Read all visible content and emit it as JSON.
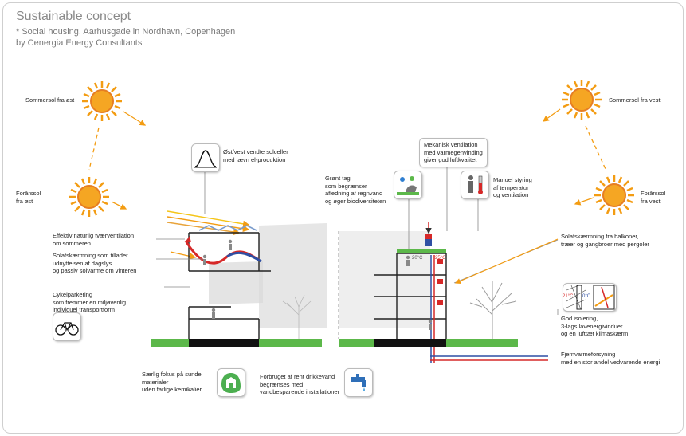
{
  "header": {
    "title": "Sustainable concept",
    "subtitle_1": "* Social housing, Aarhusgade in Nordhavn, Copenhagen",
    "subtitle_2": "by Cenergia Energy Consultants"
  },
  "sun_labels": {
    "summer_east": "Sommersol fra øst",
    "spring_east": [
      "Forårssol",
      "fra øst"
    ],
    "summer_west": "Sommersol fra vest",
    "spring_west": [
      "Forårssol",
      "fra vest"
    ]
  },
  "annotations": {
    "solar_cells": [
      "Øst/vest vendte solceller",
      "med jævn el-produktion"
    ],
    "ventilation_natural": [
      "Effektiv naturlig tværventilation",
      "om sommeren"
    ],
    "shading": [
      "Solafskærmning som tillader",
      "udnyttelsen af dagslys",
      "og passiv solvarme om vinteren"
    ],
    "bikes": [
      "Cykelparkering",
      "som fremmer en miljøvenlig",
      "individuel transportform"
    ],
    "green_roof": [
      "Grønt tag",
      "som begrænser",
      "afledning af regnvand",
      "og øger biodiversiteten"
    ],
    "mech_vent": [
      "Mekanisk ventilation",
      "med varmegenvinding",
      "giver god luftkvalitet"
    ],
    "manual_control": [
      "Manuel styring",
      "af temperatur",
      "og ventilation"
    ],
    "shading_balcony": [
      "Solafskærmning fra balkoner,",
      "træer og gangbroer med pergoler"
    ],
    "insulation": [
      "God isolering,",
      "3-lags lavenergivinduer",
      "og en lufttæt klimaskærm"
    ],
    "district_heating": [
      "Fjernvarmeforsyning",
      "med en stor andel vedvarende energi"
    ],
    "materials": [
      "Særlig fokus på sunde",
      "materialer",
      "uden farlige kemikalier"
    ],
    "water": [
      "Forbruget af rent drikkevand",
      "begrænses med",
      "vandbesparende installationer"
    ]
  },
  "diagram_values": {
    "temp_inside_roof": "20°C",
    "temp_roof_supply": "25°C",
    "temp_wall_inside": "21°C",
    "temp_wall_outside": "0°C"
  },
  "colors": {
    "sun": "#f39c12",
    "arrow_warm": "#e8a33a",
    "grass": "#5cb84a",
    "hot": "#d62828",
    "cold": "#2f4fa3"
  },
  "icons": [
    "sun-icon",
    "solar-curve-icon",
    "bicycle-icon",
    "plant-icon",
    "person-thermometer-icon",
    "recycle-leaf-icon",
    "water-tap-icon",
    "wall-section-icon"
  ]
}
